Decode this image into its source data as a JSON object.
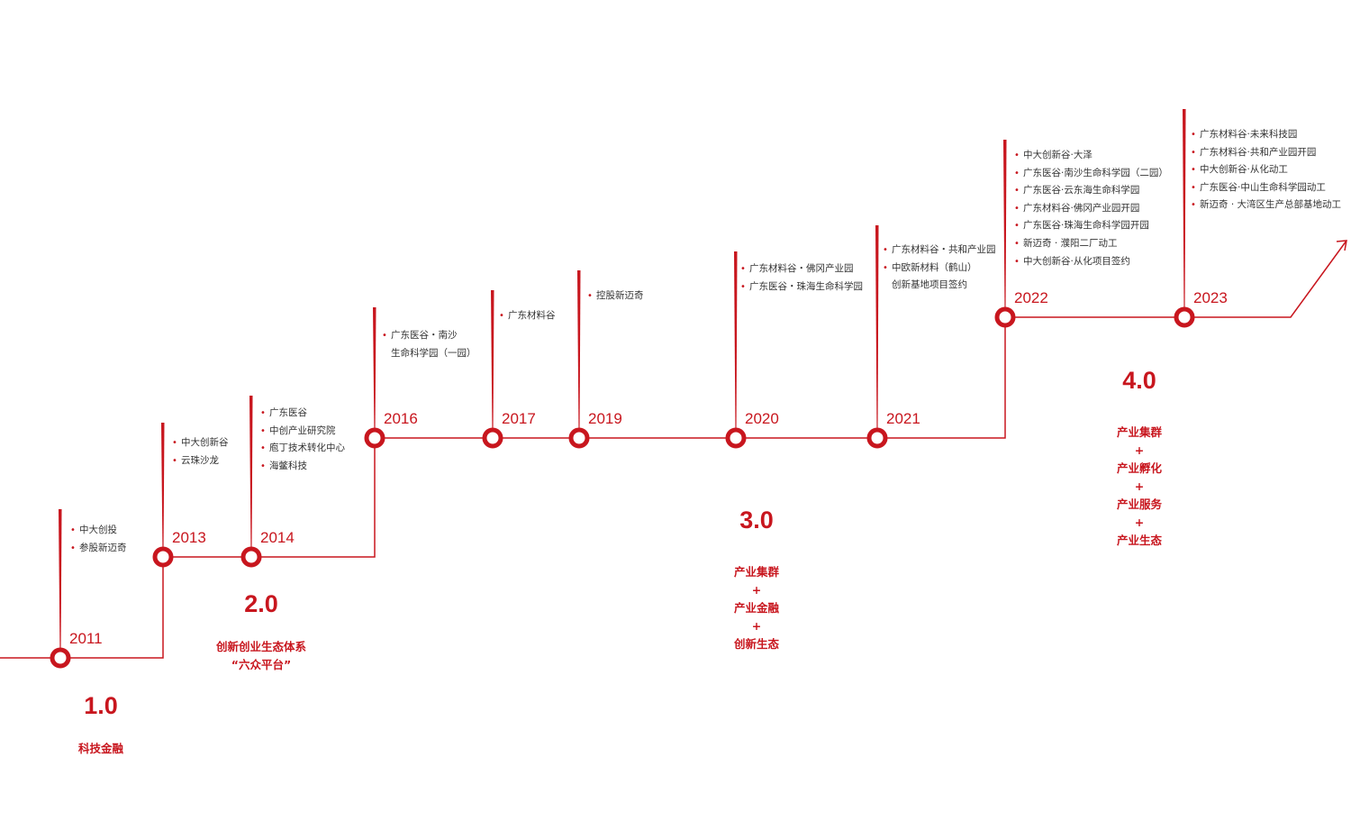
{
  "colors": {
    "accent": "#c8161e",
    "text": "#333333",
    "background": "#ffffff"
  },
  "milestones": [
    {
      "year": "2011",
      "items": [
        "中大创投",
        "参股新迈奇"
      ]
    },
    {
      "year": "2013",
      "items": [
        "中大创新谷",
        "云珠沙龙"
      ]
    },
    {
      "year": "2014",
      "items": [
        "广东医谷",
        "中创产业研究院",
        "庖丁技术转化中心",
        "海鳖科技"
      ]
    },
    {
      "year": "2016",
      "items": [
        "广东医谷・南沙",
        "生命科学园（一园）"
      ]
    },
    {
      "year": "2017",
      "items": [
        "广东材料谷"
      ]
    },
    {
      "year": "2019",
      "items": [
        "控股新迈奇"
      ]
    },
    {
      "year": "2020",
      "items": [
        "广东材料谷・佛冈产业园",
        "广东医谷・珠海生命科学园"
      ]
    },
    {
      "year": "2021",
      "items": [
        "广东材料谷・共和产业园",
        "中欧新材料（鹤山）",
        "创新基地项目签约"
      ]
    },
    {
      "year": "2022",
      "items": [
        "中大创新谷·大泽",
        "广东医谷·南沙生命科学园（二园）",
        "广东医谷·云东海生命科学园",
        "广东材料谷·佛冈产业园开园",
        "广东医谷·珠海生命科学园开园",
        "新迈奇 · 濮阳二厂动工",
        "中大创新谷·从化项目签约"
      ]
    },
    {
      "year": "2023",
      "items": [
        "广东材料谷·未来科技园",
        "广东材料谷·共和产业园开园",
        "中大创新谷·从化动工",
        "广东医谷·中山生命科学园动工",
        "新迈奇 · 大湾区生产总部基地动工"
      ]
    }
  ],
  "phases": [
    {
      "number": "1.0",
      "lines": [
        "科技金融"
      ]
    },
    {
      "number": "2.0",
      "lines": [
        "创新创业生态体系",
        "“六众平台”"
      ]
    },
    {
      "number": "3.0",
      "lines": [
        "产业集群",
        "+",
        "产业金融",
        "+",
        "创新生态"
      ]
    },
    {
      "number": "4.0",
      "lines": [
        "产业集群",
        "+",
        "产业孵化",
        "+",
        "产业服务",
        "+",
        "产业生态"
      ]
    }
  ]
}
